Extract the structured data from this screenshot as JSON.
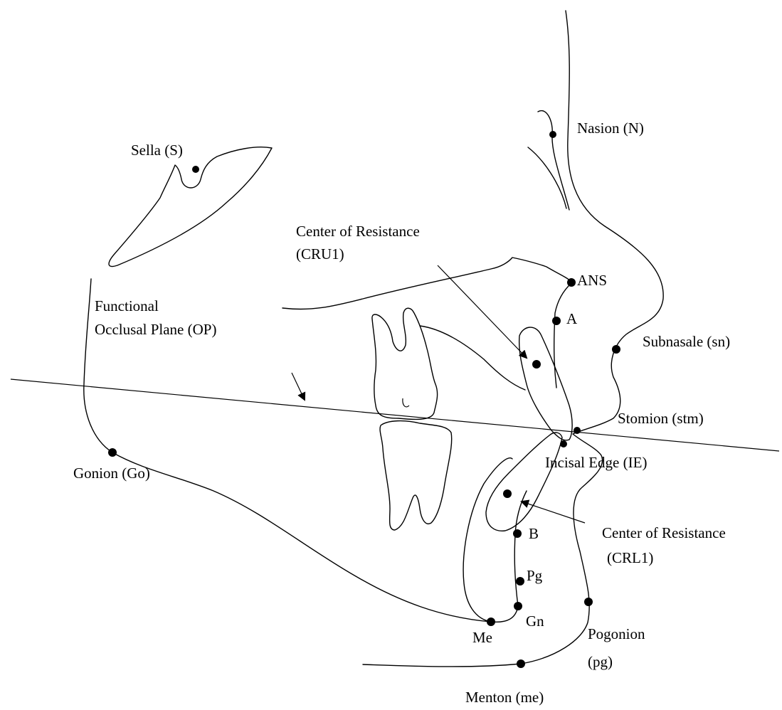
{
  "labels": {
    "nasion": "Nasion (N)",
    "sella": "Sella (S)",
    "cru1_line1": "Center of Resistance",
    "cru1_line2": "(CRU1)",
    "ans": "ANS",
    "a_point": "A",
    "op_line1": "Functional",
    "op_line2": "Occlusal Plane (OP)",
    "subnasale": "Subnasale (sn)",
    "stomion": "Stomion (stm)",
    "gonion": "Gonion (Go)",
    "incisal_edge": "Incisal Edge (IE)",
    "crl1_line1": "Center of Resistance",
    "crl1_line2": "(CRL1)",
    "b_point": "B",
    "pg_point": "Pg",
    "gn_point": "Gn",
    "me_point": "Me",
    "pogonion_line1": "Pogonion",
    "pogonion_line2": "(pg)",
    "menton": "Menton (me)"
  },
  "colors": {
    "stroke": "#000000",
    "background": "#ffffff"
  }
}
